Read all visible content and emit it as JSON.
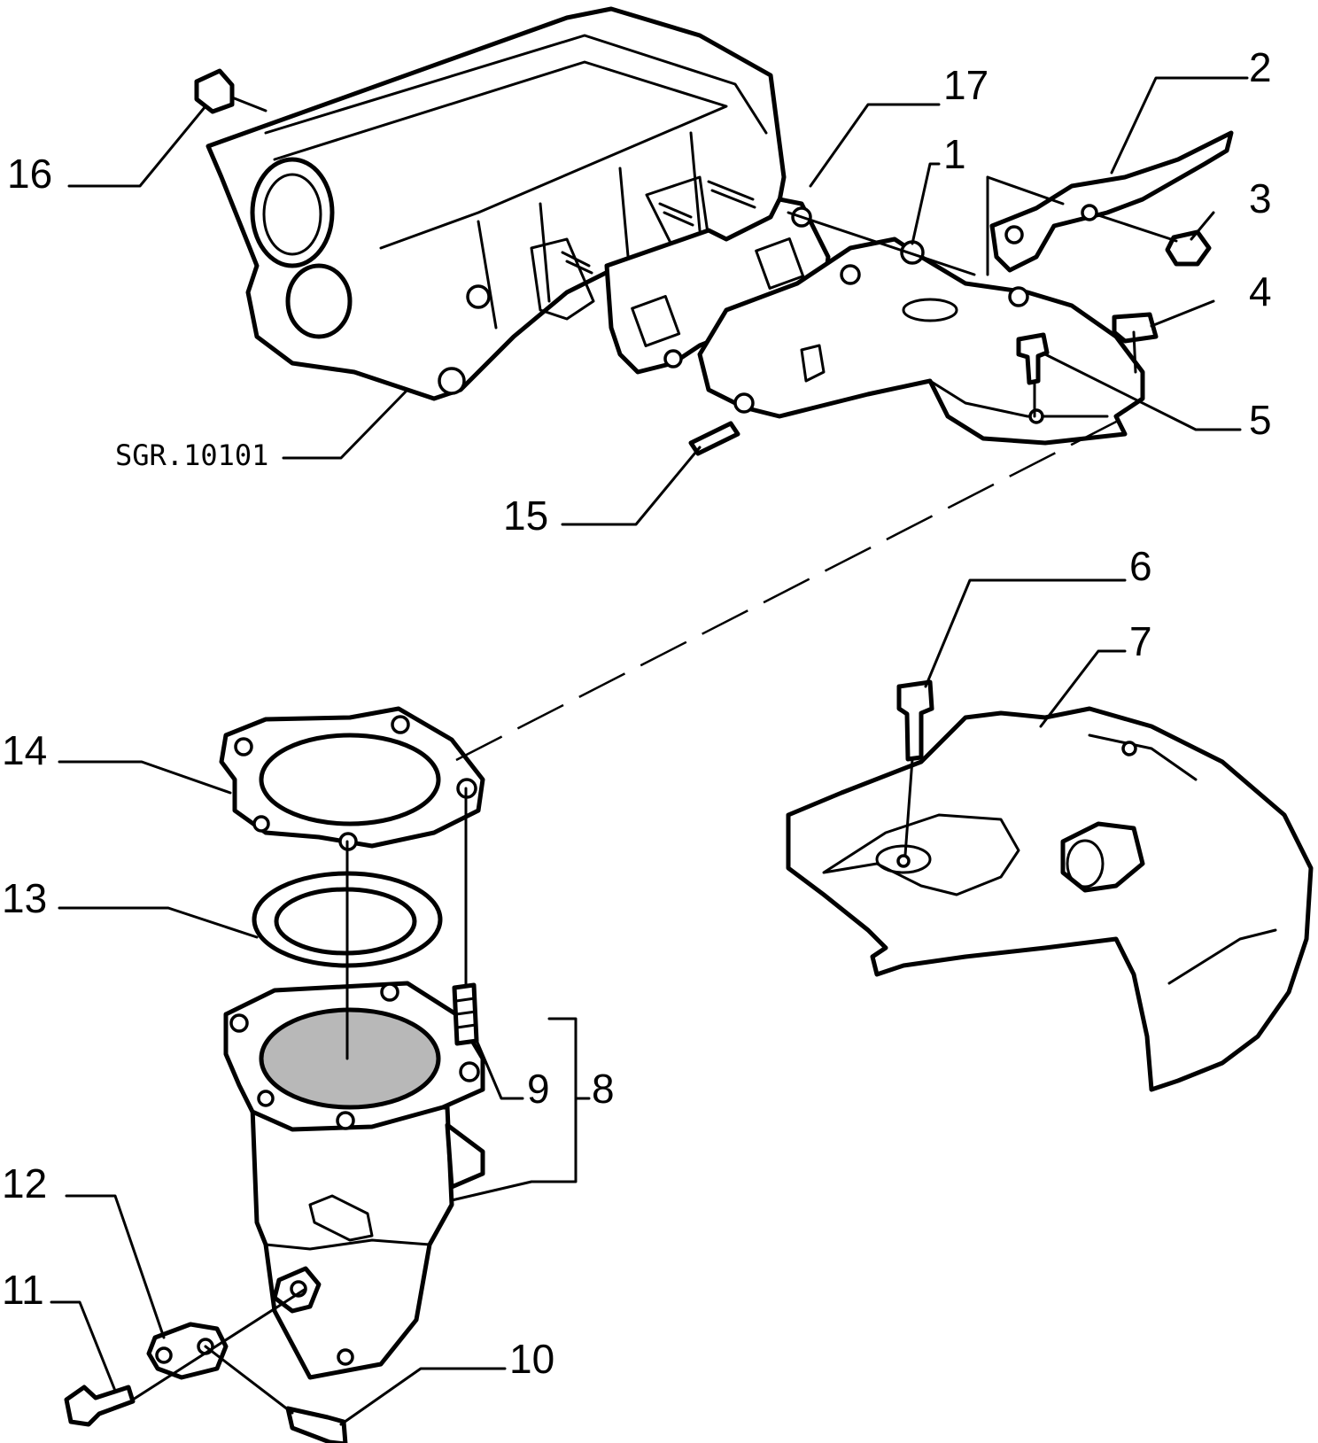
{
  "diagram": {
    "reference_code": "SGR.10101",
    "callouts": [
      {
        "id": "1",
        "text": "1"
      },
      {
        "id": "2",
        "text": "2"
      },
      {
        "id": "3",
        "text": "3"
      },
      {
        "id": "4",
        "text": "4"
      },
      {
        "id": "5",
        "text": "5"
      },
      {
        "id": "6",
        "text": "6"
      },
      {
        "id": "7",
        "text": "7"
      },
      {
        "id": "8",
        "text": "8"
      },
      {
        "id": "9",
        "text": "9"
      },
      {
        "id": "10",
        "text": "10"
      },
      {
        "id": "11",
        "text": "11"
      },
      {
        "id": "12",
        "text": "12"
      },
      {
        "id": "13",
        "text": "13"
      },
      {
        "id": "14",
        "text": "14"
      },
      {
        "id": "15",
        "text": "15"
      },
      {
        "id": "16",
        "text": "16"
      },
      {
        "id": "17",
        "text": "17"
      }
    ]
  }
}
